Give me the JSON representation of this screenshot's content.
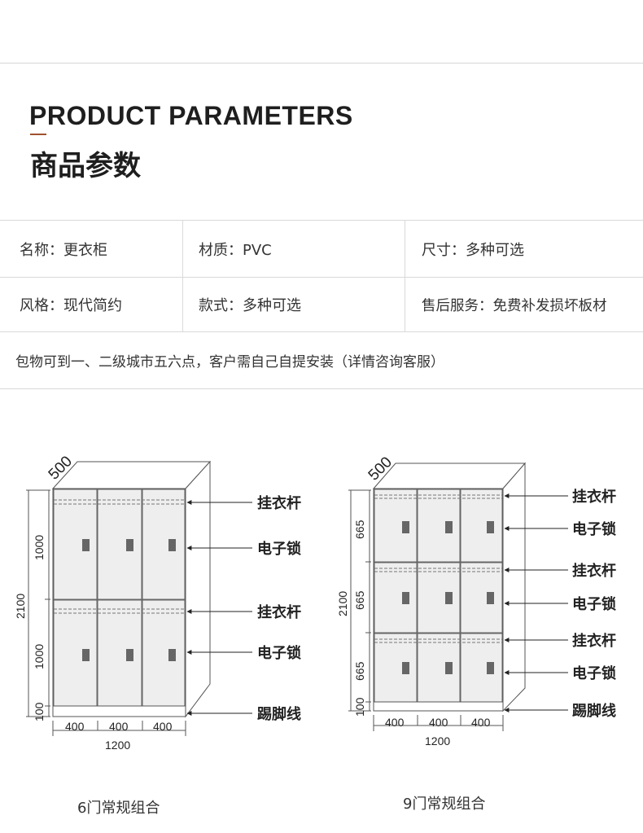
{
  "header": {
    "title_en": "PRODUCT PARAMETERS",
    "title_cn": "商品参数"
  },
  "params": {
    "row1": [
      "名称：更衣柜",
      "材质：PVC",
      "尺寸：多种可选"
    ],
    "row2": [
      "风格：现代简约",
      "款式：多种可选",
      "售后服务：免费补发损坏板材"
    ],
    "note": "包物可到一、二级城市五六点，客户需自己自提安装（详情咨询客服）"
  },
  "diagram_left": {
    "depth": "500",
    "height_total": "2100",
    "height_upper": "1000",
    "height_lower": "1000",
    "height_base": "100",
    "widths": [
      "400",
      "400",
      "400"
    ],
    "width_total": "1200",
    "callouts": [
      "挂衣杆",
      "电子锁",
      "挂衣杆",
      "电子锁",
      "踢脚线"
    ],
    "caption": "6门常规组合"
  },
  "diagram_right": {
    "depth": "500",
    "height_total": "2100",
    "height_row1": "665",
    "height_row2": "665",
    "height_row3": "665",
    "height_base": "100",
    "widths": [
      "400",
      "400",
      "400"
    ],
    "width_total": "1200",
    "callouts": [
      "挂衣杆",
      "电子锁",
      "挂衣杆",
      "电子锁",
      "挂衣杆",
      "电子锁",
      "踢脚线"
    ],
    "caption": "9门常规组合"
  },
  "colors": {
    "door_fill": "#eeeeee",
    "lock_fill": "#666666",
    "accent": "#a0522d"
  }
}
